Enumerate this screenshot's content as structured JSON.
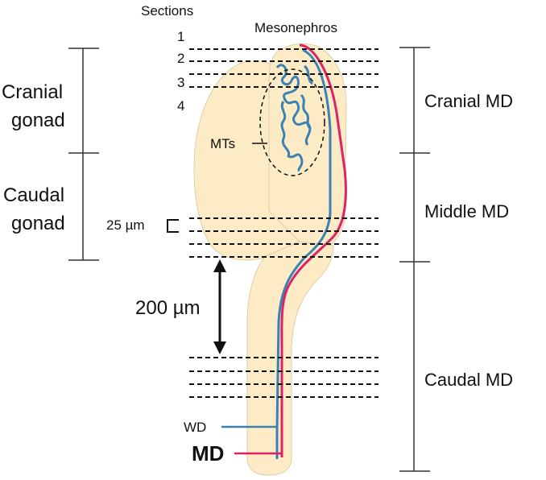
{
  "labels": {
    "sections": "Sections",
    "mesonephros": "Mesonephros",
    "section_numbers": [
      "1",
      "2",
      "3",
      "4"
    ],
    "cranial_gonad_line1": "Cranial",
    "cranial_gonad_line2": "gonad",
    "caudal_gonad_line1": "Caudal",
    "caudal_gonad_line2": "gonad",
    "mts": "MTs",
    "spacing_25": "25 µm",
    "spacing_200": "200 µm",
    "cranial_md": "Cranial MD",
    "middle_md": "Middle MD",
    "caudal_md": "Caudal MD",
    "wd": "WD",
    "md": "MD"
  },
  "colors": {
    "tissue": "#fcebc5",
    "tissue_edge": "#d4c6a0",
    "wolffian_duct": "#3a82b4",
    "mullerian_duct": "#dd2367",
    "section_line": "#111111",
    "bracket": "#333333"
  }
}
